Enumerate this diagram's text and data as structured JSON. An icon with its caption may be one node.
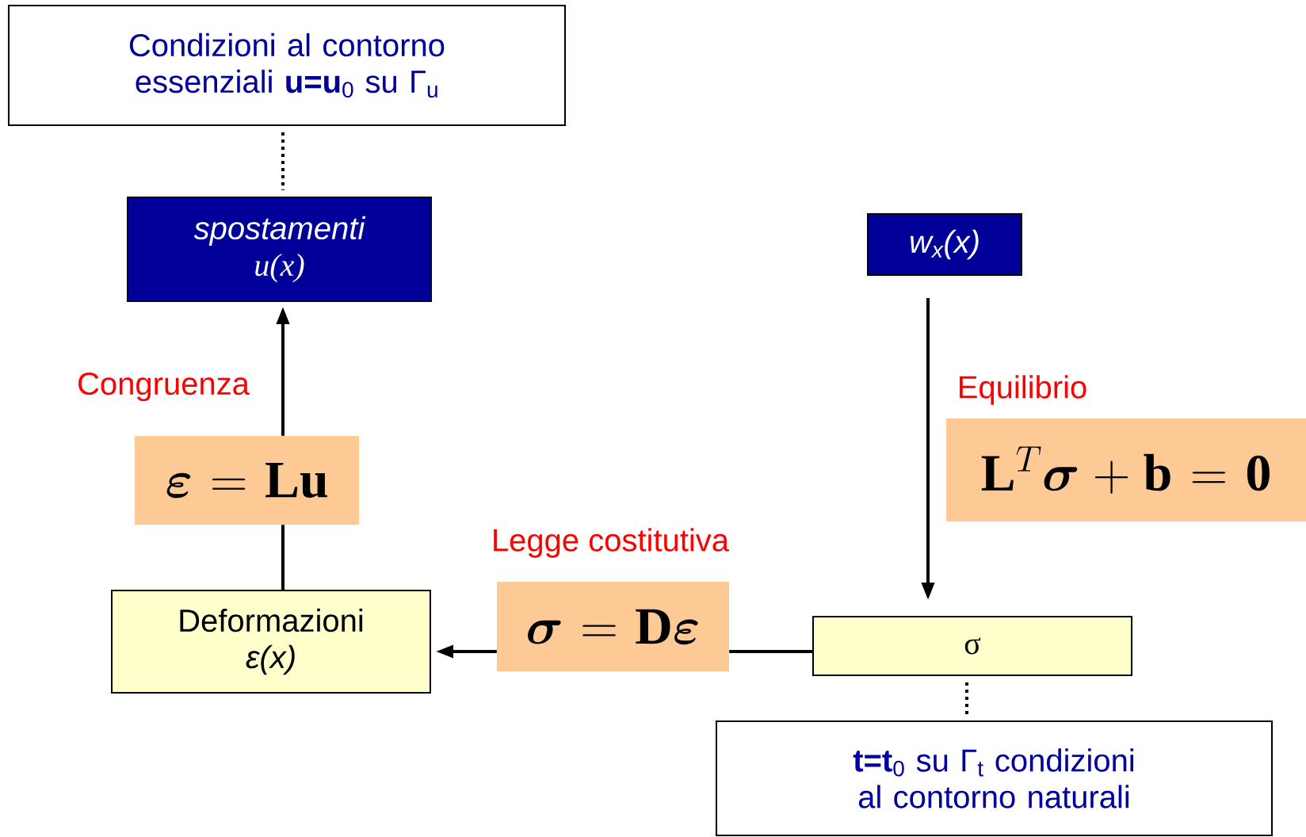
{
  "diagram": {
    "nodes": [
      {
        "text": [
          "Condizioni al contorno essenziali **u=u**$_{0}$ su Γ$_{u}$"
        ]
      },
      {
        "text": [
          "spostamenti",
          "u(x)"
        ]
      },
      {
        "text": [
          "\\boldsymbol{\\varepsilon}=\\mathbf{Lu}"
        ]
      },
      {
        "text": [
          "Deformazioni",
          "ε(x)"
        ]
      },
      {
        "text": [
          "\\boldsymbol{\\sigma}=\\mathbf{D}\\boldsymbol{\\varepsilon}"
        ]
      },
      {
        "text": [
          "w$_{x}$(x)"
        ]
      },
      {
        "text": [
          "\\mathbf{L}^{T}\\boldsymbol{\\sigma}+\\mathbf{b}=\\mathbf{0}"
        ]
      },
      {
        "text": [
          "σ"
        ]
      },
      {
        "text": [
          "**t=t**$_{0}$ su Γ$_{t}$ condizioni al contorno naturali"
        ]
      }
    ],
    "edges": [
      {
        "from": 0,
        "to": 1,
        "arrow": "none",
        "style": "dashed"
      },
      {
        "from": 3,
        "to": 2,
        "arrow": "none"
      },
      {
        "from": 2,
        "to": 1,
        "arrow": "to"
      },
      {
        "from": 7,
        "to": 4,
        "arrow": "none"
      },
      {
        "from": 4,
        "to": 3,
        "arrow": "to"
      },
      {
        "from": 5,
        "to": 7,
        "arrow": "to"
      },
      {
        "from": 7,
        "to": 8,
        "arrow": "none",
        "style": "dashed"
      }
    ],
    "labels": [
      "Congruenza",
      "Equilibrio",
      "Legge costitutiva"
    ]
  }
}
